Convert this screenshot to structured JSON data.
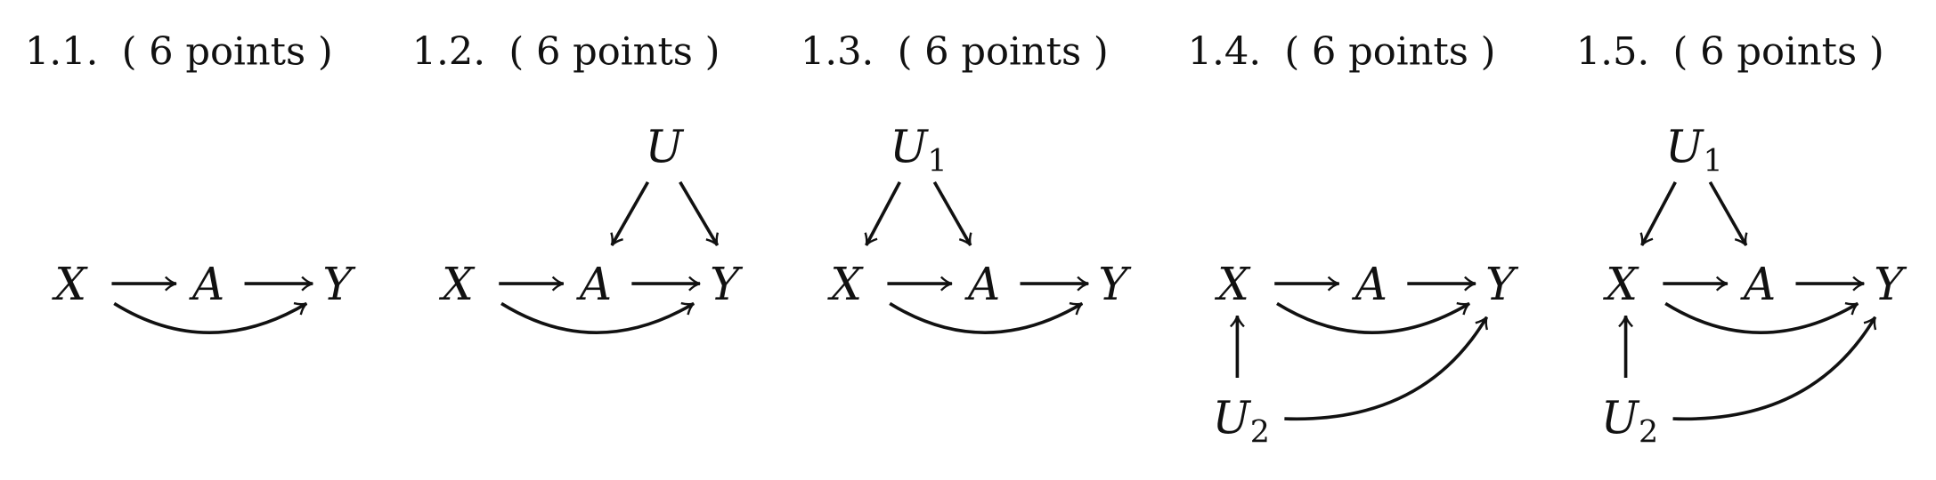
{
  "problems": [
    {
      "number": "1.1.",
      "points": "( 6 points )",
      "nodes": {
        "X": "X",
        "A": "A",
        "Y": "Y"
      }
    },
    {
      "number": "1.2.",
      "points": "( 6 points )",
      "nodes": {
        "X": "X",
        "A": "A",
        "Y": "Y",
        "U": "U"
      }
    },
    {
      "number": "1.3.",
      "points": "( 6 points )",
      "nodes": {
        "X": "X",
        "A": "A",
        "Y": "Y",
        "U1": "U",
        "U1_sub": "1"
      }
    },
    {
      "number": "1.4.",
      "points": "( 6 points )",
      "nodes": {
        "X": "X",
        "A": "A",
        "Y": "Y",
        "U2": "U",
        "U2_sub": "2"
      }
    },
    {
      "number": "1.5.",
      "points": "( 6 points )",
      "nodes": {
        "X": "X",
        "A": "A",
        "Y": "Y",
        "U1": "U",
        "U1_sub": "1",
        "U2": "U",
        "U2_sub": "2"
      }
    }
  ]
}
